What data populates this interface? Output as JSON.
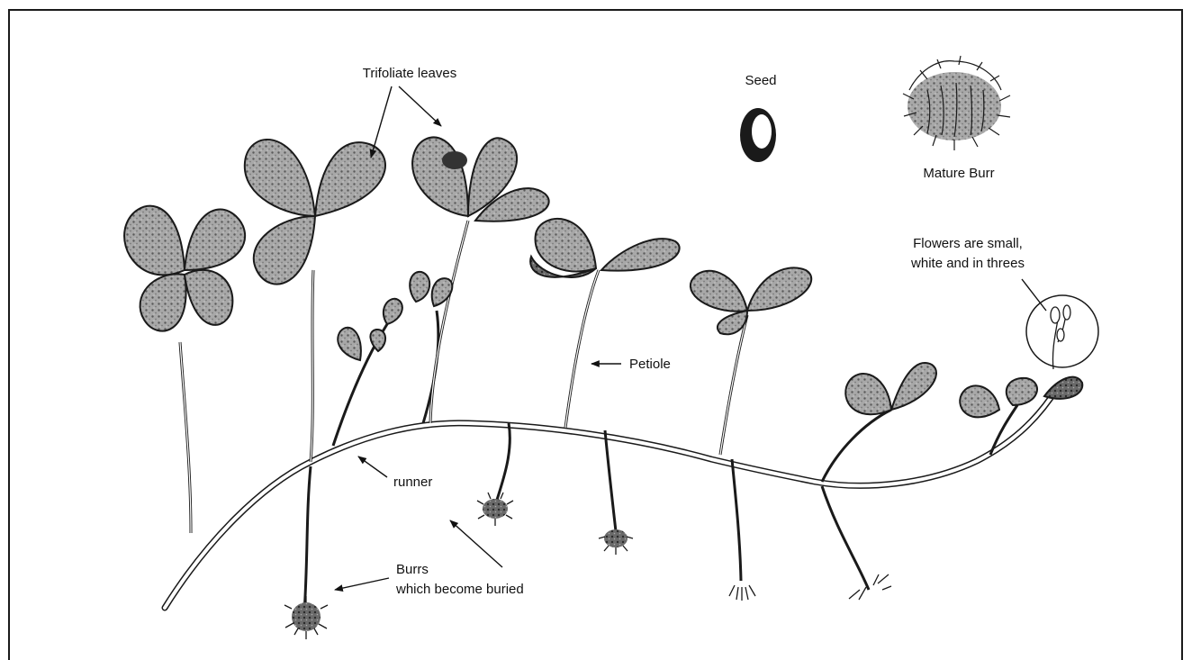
{
  "labels": {
    "trifoliate": "Trifoliate leaves",
    "seed": "Seed",
    "mature_burr": "Mature Burr",
    "flowers_line1": "Flowers are small,",
    "flowers_line2": "white and in threes",
    "petiole": "Petiole",
    "runner": "runner",
    "burrs_line1": "Burrs",
    "burrs_line2": "which become buried"
  },
  "colors": {
    "ink": "#1a1a1a",
    "leaf_fill": "#9a9a9a",
    "leaf_dark": "#555555",
    "paper": "#ffffff"
  }
}
